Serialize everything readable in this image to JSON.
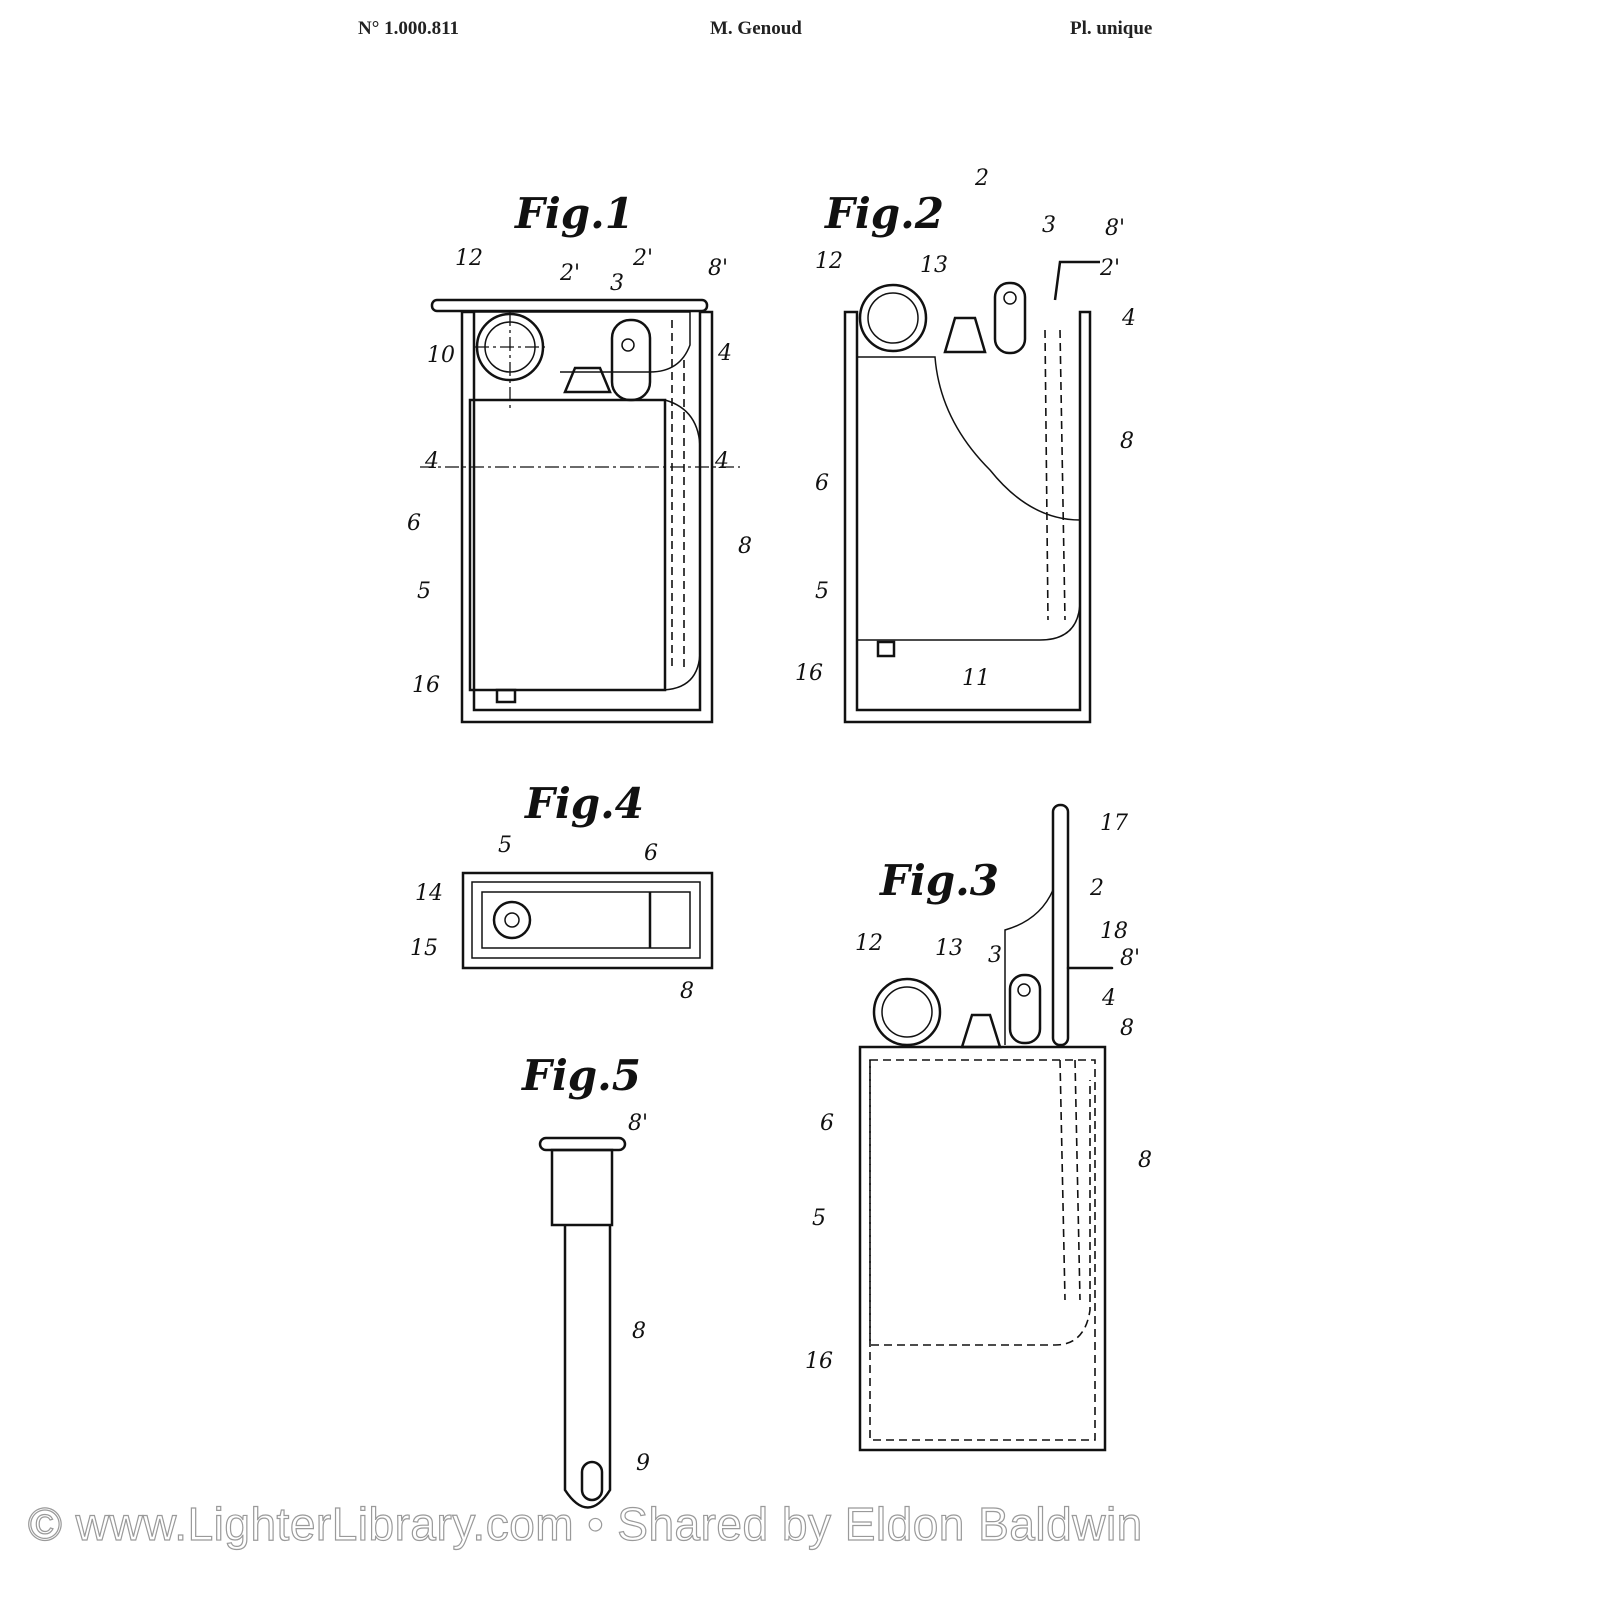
{
  "header": {
    "number": "N° 1.000.811",
    "inventor": "M. Genoud",
    "plate": "Pl. unique"
  },
  "fig1": {
    "title": "Fig.1",
    "labels": [
      "12",
      "2'",
      "2'",
      "8'",
      "3",
      "4",
      "10",
      "4",
      "4",
      "6",
      "5",
      "8",
      "16"
    ]
  },
  "fig2": {
    "title": "Fig.2",
    "labels": [
      "2",
      "3",
      "8'",
      "12",
      "13",
      "2'",
      "4",
      "8",
      "6",
      "5",
      "16",
      "11"
    ]
  },
  "fig4": {
    "title": "Fig.4",
    "labels": [
      "5",
      "6",
      "14",
      "15",
      "8"
    ]
  },
  "fig5": {
    "title": "Fig.5",
    "labels": [
      "8'",
      "8",
      "9"
    ]
  },
  "fig3": {
    "title": "Fig.3",
    "labels": [
      "17",
      "2",
      "18",
      "12",
      "13",
      "3",
      "8'",
      "4",
      "8",
      "6",
      "8",
      "5",
      "16"
    ]
  },
  "watermark": "© www.LighterLibrary.com • Shared by Eldon Baldwin"
}
